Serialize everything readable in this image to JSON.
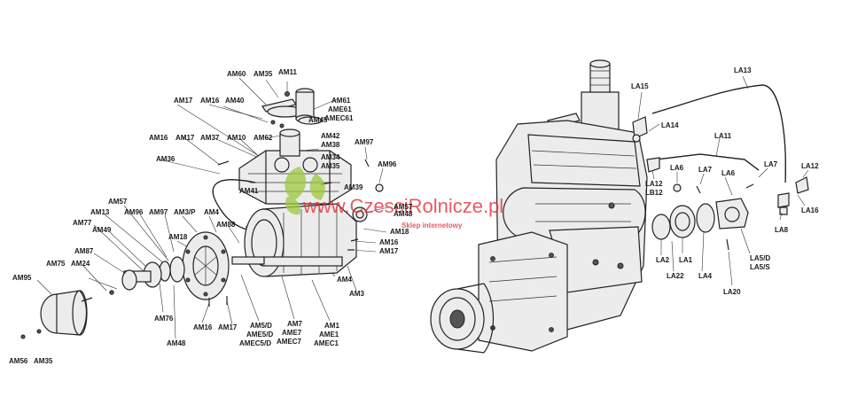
{
  "colors": {
    "ink": "#1a1a1a",
    "watermark": "#e0323a",
    "leaf": "#9bc93d"
  },
  "watermark": {
    "text": "www.CzesciRolnicze.pl",
    "subtitle": "Sklep internetowy"
  },
  "labels": {
    "am60": "AM60",
    "am35a": "AM35",
    "am11": "AM11",
    "am61": "AM61",
    "ame61": "AME61",
    "amec61": "AMEC61",
    "am17a": "AM17",
    "am16a": "AM16",
    "am40": "AM40",
    "am45": "AM45",
    "am16b": "AM16",
    "am17b": "AM17",
    "am37": "AM37",
    "am10": "AM10",
    "am62": "AM62",
    "am42": "AM42",
    "am38": "AM38",
    "am97a": "AM97",
    "am36": "AM36",
    "am34": "AM34",
    "am35b": "AM35",
    "am96a": "AM96",
    "am41": "AM41",
    "am39": "AM39",
    "am57a": "AM57",
    "am13": "AM13",
    "am96b": "AM96",
    "am97b": "AM97",
    "am3p": "AM3/P",
    "am4a": "AM4",
    "am77": "AM77",
    "am49": "AM49",
    "am88": "AM88",
    "am18a": "AM18",
    "am57b": "AM57",
    "am48a": "AM48",
    "am18b": "AM18",
    "am16c": "AM16",
    "am17c": "AM17",
    "am87": "AM87",
    "am75": "AM75",
    "am24": "AM24",
    "am95": "AM95",
    "am4b": "AM4",
    "am3": "AM3",
    "am76": "AM76",
    "am48b": "AM48",
    "am16d": "AM16",
    "am17d": "AM17",
    "am5d": "AM5/D",
    "ame5d": "AME5/D",
    "amec5d": "AMEC5/D",
    "am7": "AM7",
    "ame7": "AME7",
    "amec7": "AMEC7",
    "am1": "AM1",
    "ame1": "AME1",
    "amec1": "AMEC1",
    "am56": "AM56",
    "am35c": "AM35",
    "la13": "LA13",
    "la15": "LA15",
    "la14": "LA14",
    "la11": "LA11",
    "la6a": "LA6",
    "la7a": "LA7",
    "la6b": "LA6",
    "la7b": "LA7",
    "la12a": "LA12",
    "la12b": "LA12",
    "lb12": "LB12",
    "la16": "LA16",
    "la8": "LA8",
    "la2": "LA2",
    "la1": "LA1",
    "la22": "LA22",
    "la4": "LA4",
    "la5d": "LA5/D",
    "la5s": "LA5/S",
    "la20": "LA20"
  }
}
